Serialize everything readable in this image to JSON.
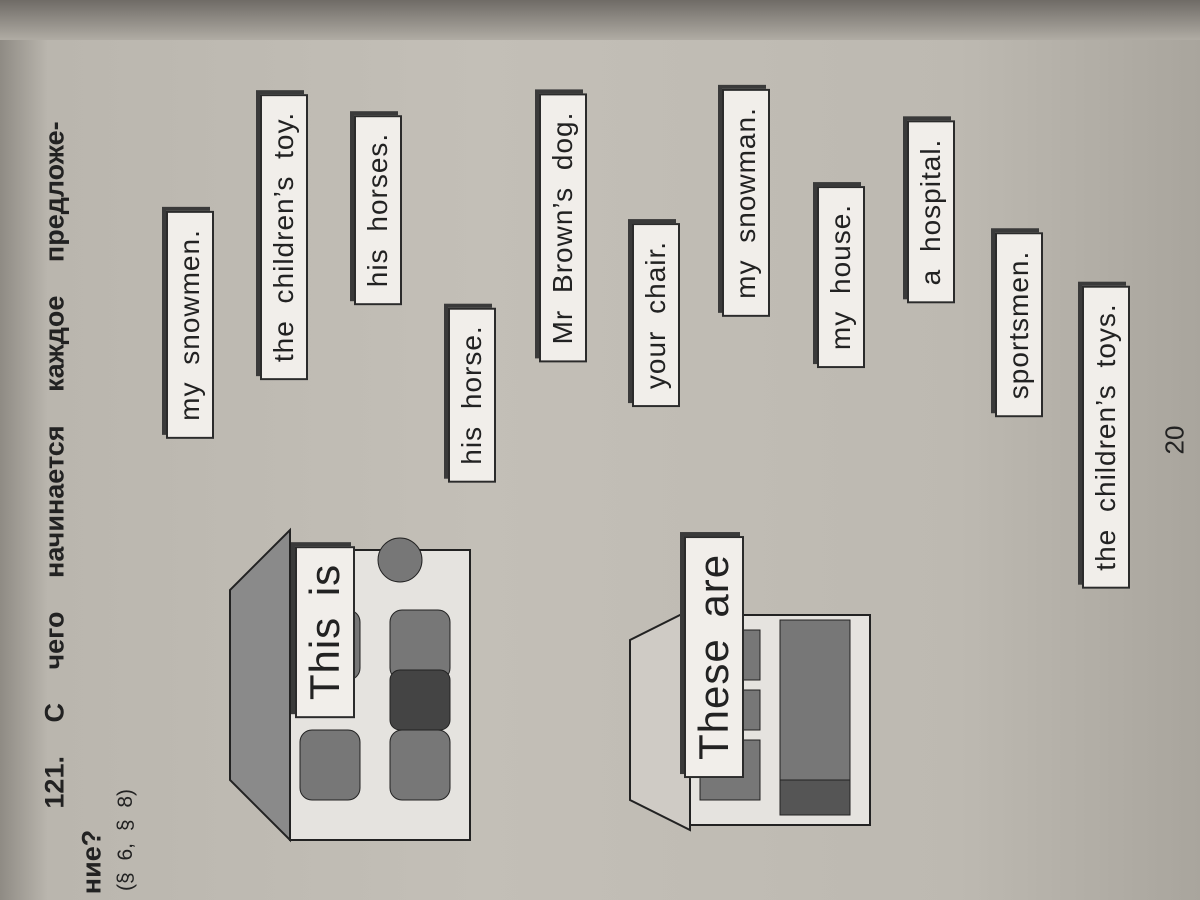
{
  "exercise": {
    "heading_line1": "121. С чего начинается каждое предложе-",
    "heading_line2": "ние?",
    "references": "(§ 6, § 8)"
  },
  "starters": [
    "This is",
    "These are"
  ],
  "endings": [
    "my snowmen.",
    "the children’s toy.",
    "his horses.",
    "his horse.",
    "Mr Brown’s dog.",
    "your chair.",
    "my snowman.",
    "my house.",
    "a hospital.",
    "sportsmen.",
    "the children’s toys."
  ],
  "page_number": "20"
}
